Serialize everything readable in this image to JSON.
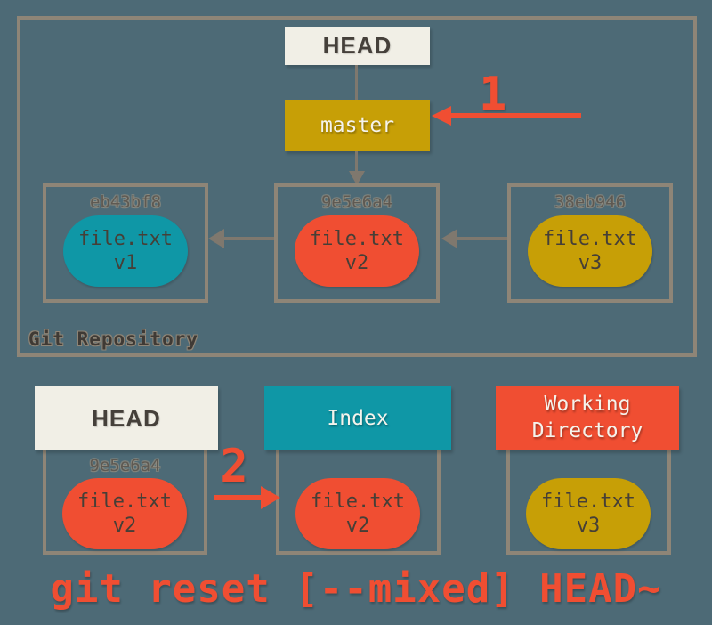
{
  "palette": {
    "background": "#4d6a76",
    "box_border": "#8e8577",
    "offwhite_box": "#f1efe6",
    "gold": "#c79f06",
    "teal": "#0f97a6",
    "orange": "#f04e32",
    "arrow_gray": "#7f786e",
    "dark_text": "#45403a",
    "hash_text": "#5e5952"
  },
  "repository": {
    "label": "Git Repository",
    "head": "HEAD",
    "branch": "master",
    "step_number": "1",
    "commits": [
      {
        "hash": "eb43bf8",
        "file": "file.txt",
        "version": "v1"
      },
      {
        "hash": "9e5e6a4",
        "file": "file.txt",
        "version": "v2"
      },
      {
        "hash": "38eb946",
        "file": "file.txt",
        "version": "v3"
      }
    ]
  },
  "bottom": {
    "step_number": "2",
    "columns": [
      {
        "header": "HEAD",
        "hash": "9e5e6a4",
        "file": "file.txt",
        "version": "v2"
      },
      {
        "header": "Index",
        "file": "file.txt",
        "version": "v2"
      },
      {
        "header": "Working\nDirectory",
        "file": "file.txt",
        "version": "v3"
      }
    ]
  },
  "caption": "git reset [--mixed] HEAD~"
}
